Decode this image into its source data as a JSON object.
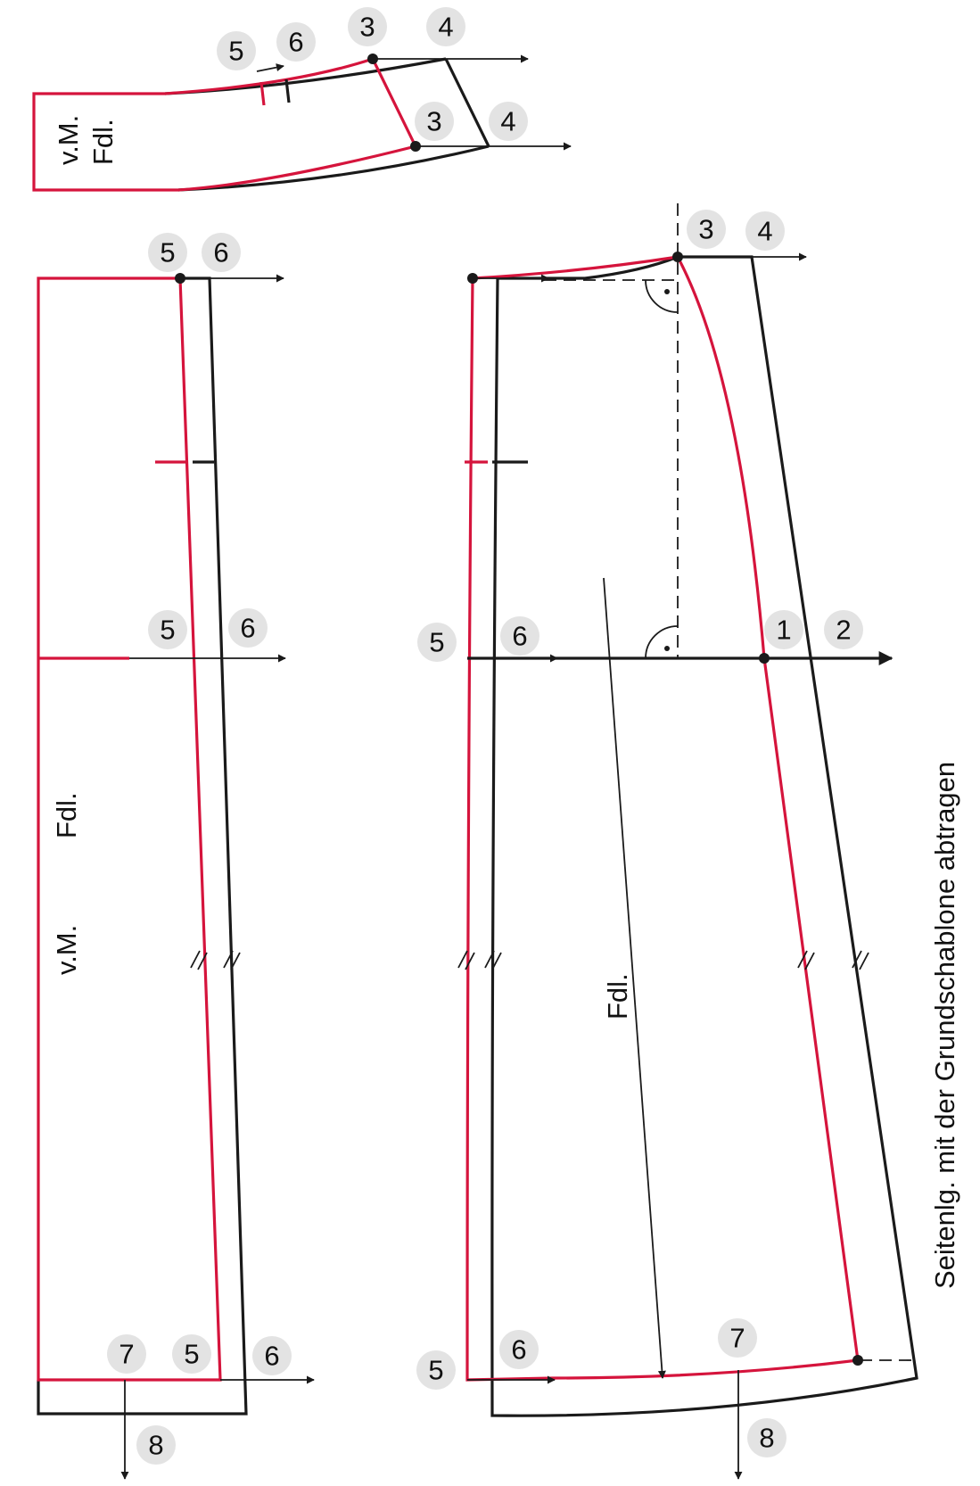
{
  "badges": {
    "n1": "1",
    "n2": "2",
    "n3": "3",
    "n4": "4",
    "n5": "5",
    "n6": "6",
    "n7": "7",
    "n8": "8"
  },
  "labels": {
    "front_middle": "v.M.",
    "grain_line": "Fdl.",
    "side_length_note": "Seitenlg. mit der Grundschablone abtragen"
  },
  "colors": {
    "new_line": "#d5143c",
    "base_line": "#1a1a1a",
    "badge_fill": "#e3e3e3"
  }
}
